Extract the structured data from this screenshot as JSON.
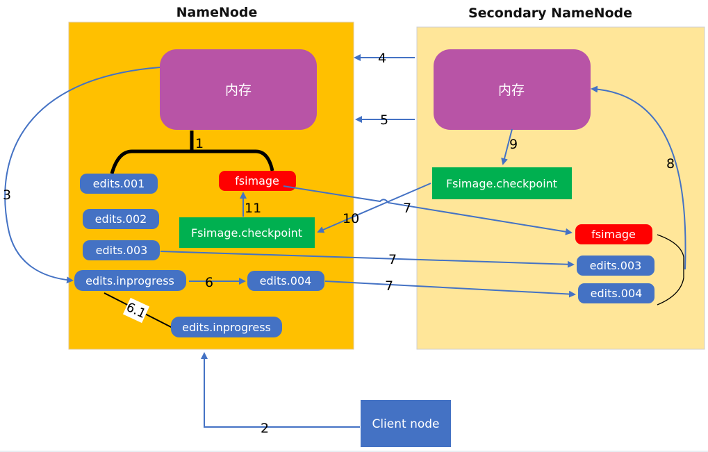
{
  "titles": {
    "namenode": "NameNode",
    "secondary": "Secondary NameNode"
  },
  "colors": {
    "namenode_bg": "#ffc000",
    "secondary_bg": "#ffe699",
    "memory": "#b854a6",
    "edits": "#4472c4",
    "fsimage": "#ff0000",
    "checkpoint": "#00b050",
    "client": "#4472c4",
    "arrow": "#4472c4"
  },
  "namenode": {
    "memory_label": "内存",
    "fsimage": "fsimage",
    "checkpoint": "Fsimage.checkpoint",
    "edits": [
      "edits.001",
      "edits.002",
      "edits.003"
    ],
    "edits_inprogress": "edits.inprogress",
    "edits_004": "edits.004",
    "edits_inprogress_new": "edits.inprogress"
  },
  "secondary": {
    "memory_label": "内存",
    "checkpoint": "Fsimage.checkpoint",
    "fsimage": "fsimage",
    "edits_003": "edits.003",
    "edits_004": "edits.004"
  },
  "client": {
    "label": "Client node"
  },
  "steps": {
    "s1": "1",
    "s2": "2",
    "s3": "3",
    "s4": "4",
    "s5": "5",
    "s6": "6",
    "s61": "6.1",
    "s7a": "7",
    "s7b": "7",
    "s7c": "7",
    "s8": "8",
    "s9": "9",
    "s10": "10",
    "s11": "11"
  }
}
